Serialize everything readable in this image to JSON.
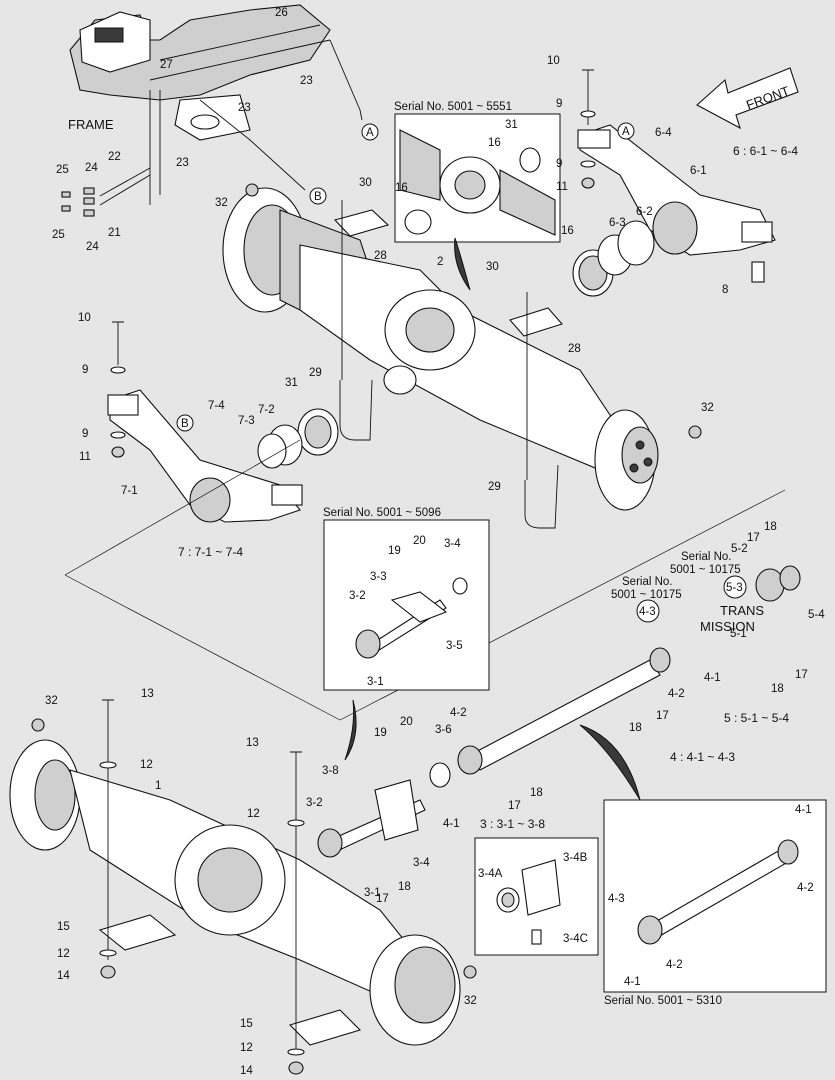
{
  "labels": {
    "frame": "FRAME",
    "front": "FRONT",
    "trans_line1": "TRANS",
    "trans_line2": "MISSION",
    "inset_top_serial": "Serial No. 5001 ~ 5551",
    "inset_mid_serial": "Serial No. 5001 ~ 5096",
    "inset_bottom_serial": "Serial No. 5001 ~ 5310",
    "sn_a_line1": "Serial No.",
    "sn_a_line2": "5001 ~ 10175",
    "sn_b_line1": "Serial No.",
    "sn_b_line2": "5001 ~ 10175",
    "group_6": "6  : 6-1 ~ 6-4",
    "group_7": "7  : 7-1 ~ 7-4",
    "group_5": "5  : 5-1 ~ 5-4",
    "group_4": "4  : 4-1 ~ 4-3",
    "group_3": "3  : 3-1 ~ 3-8",
    "circle_a": "A",
    "circle_b": "B"
  },
  "callouts": {
    "c1": "1",
    "c2": "2",
    "c3_1": "3-1",
    "c3_2": "3-2",
    "c3_3": "3-3",
    "c3_4": "3-4",
    "c3_5": "3-5",
    "c3_6": "3-6",
    "c3_8": "3-8",
    "c3_4a": "3-4A",
    "c3_4b": "3-4B",
    "c3_4c": "3-4C",
    "c4_1": "4-1",
    "c4_2": "4-2",
    "c4_3": "4-3",
    "c5_1": "5-1",
    "c5_2": "5-2",
    "c5_3": "5-3",
    "c5_4": "5-4",
    "c6_1": "6-1",
    "c6_2": "6-2",
    "c6_3": "6-3",
    "c6_4": "6-4",
    "c7_1": "7-1",
    "c7_2": "7-2",
    "c7_3": "7-3",
    "c7_4": "7-4",
    "c8": "8",
    "c9": "9",
    "c10": "10",
    "c11": "11",
    "c12": "12",
    "c13": "13",
    "c14": "14",
    "c15": "15",
    "c16": "16",
    "c17": "17",
    "c18": "18",
    "c19": "19",
    "c20": "20",
    "c21": "21",
    "c22": "22",
    "c23": "23",
    "c24": "24",
    "c25": "25",
    "c26": "26",
    "c27": "27",
    "c28": "28",
    "c29": "29",
    "c30": "30",
    "c31": "31",
    "c32": "32"
  },
  "colors": {
    "background": "#e6e6e6",
    "line": "#111111",
    "part_fill": "#ffffff",
    "shade": "#cfcfcf"
  }
}
